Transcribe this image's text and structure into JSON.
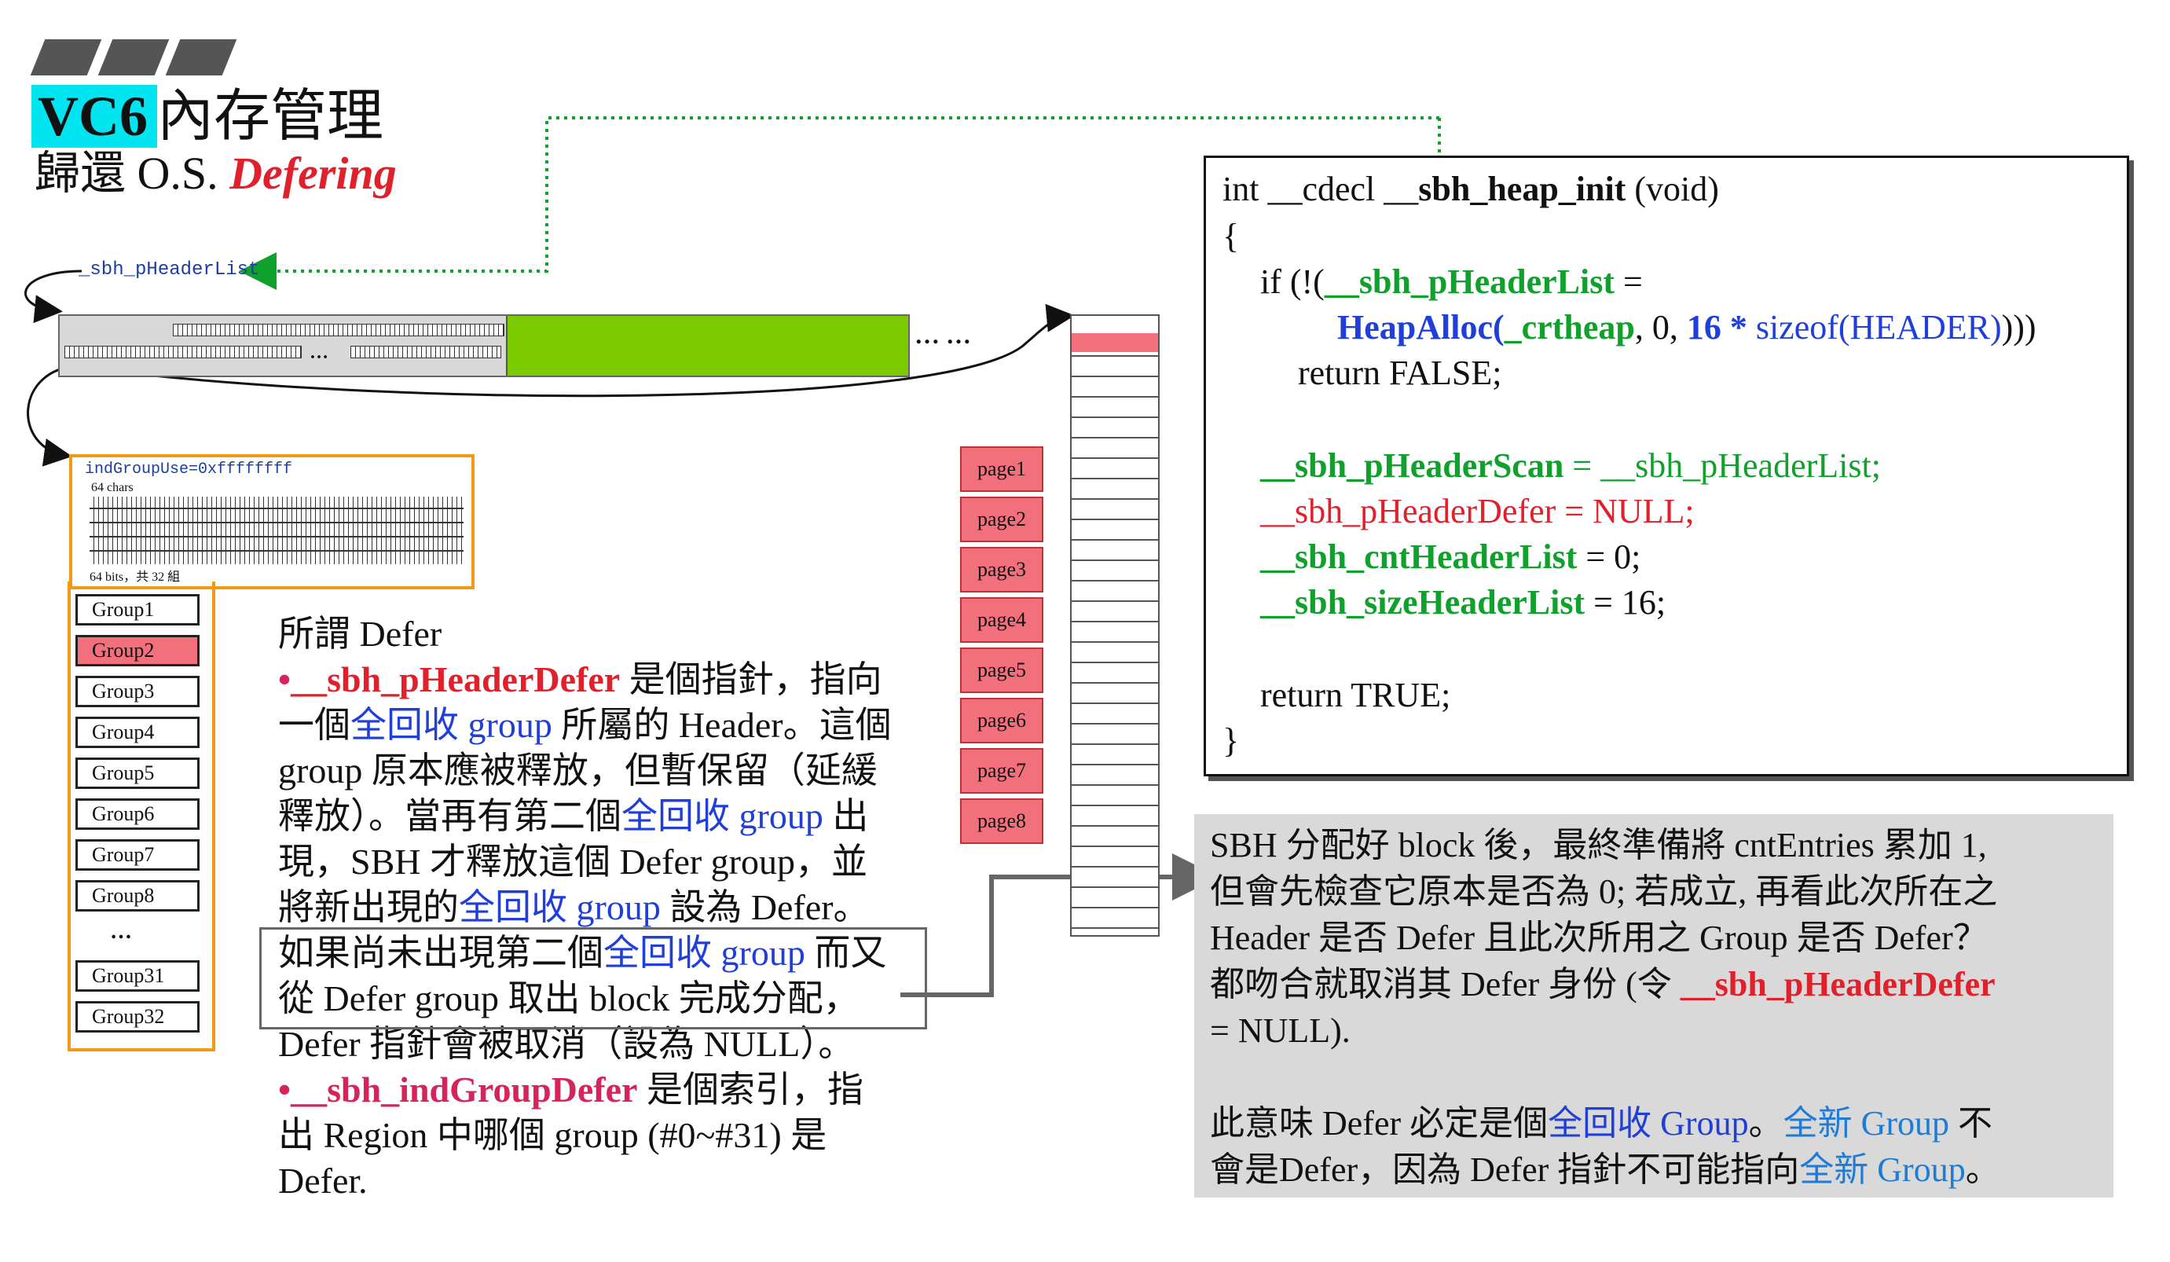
{
  "title": {
    "prefix": "VC6",
    "main": "內存管理"
  },
  "subtitle": {
    "main": "歸還 O.S. ",
    "emph": "Defering"
  },
  "diagram": {
    "plist_label": "_sbh_pHeaderList",
    "region_label": "indGroupUse=0xffffffff",
    "chars_label": "64 chars",
    "bits_label": "64 bits，共 32 組",
    "array_dots": "…",
    "dots": "… …",
    "group_ellipsis": "…",
    "groups": [
      "Group1",
      "Group2",
      "Group3",
      "Group4",
      "Group5",
      "Group6",
      "Group7",
      "Group8",
      "Group31",
      "Group32"
    ],
    "selected_group": "Group2",
    "pages": [
      "page1",
      "page2",
      "page3",
      "page4",
      "page5",
      "page6",
      "page7",
      "page8"
    ]
  },
  "description": {
    "l1": "所謂 Defer",
    "l2_bullet": "•",
    "l2_var": "__sbh_pHeaderDefer",
    "l2_rest": " 是個指針，指向",
    "l3_a": "一個",
    "l3_b": "全回收 group",
    "l3_c": " 所屬的 Header。這個",
    "l4": "group 原本應被釋放，但暫保留（延緩",
    "l5_a": "釋放）。當再有第二個",
    "l5_b": "全回收 group",
    "l5_c": " 出",
    "l6": "現，SBH 才釋放這個 Defer group，並",
    "l7_a": "將新出現的",
    "l7_b": "全回收 group",
    "l7_c": " 設為 Defer。",
    "l8_a": "如果尚未出現第二個",
    "l8_b": "全回收 group",
    "l8_c": " 而又",
    "l9": "從 Defer group 取出 block 完成分配，",
    "l10": "Defer 指針會被取消（設為 NULL）。",
    "l11_bullet": "•",
    "l11_var": "__sbh_indGroupDefer",
    "l11_rest": " 是個索引，指",
    "l12": "出 Region 中哪個 group (#0~#31) 是",
    "l13": "Defer."
  },
  "code": {
    "c1a": "int __cdecl __",
    "c1b": "sbh_heap_init",
    "c1c": " (void)",
    "c2": "{",
    "c3a": "if (!(",
    "c3b": "__sbh_pHeaderList",
    "c3c": " =",
    "c4a": "HeapAlloc(",
    "c4b": "_crtheap",
    "c4c": ", 0, ",
    "c4d": "16 *",
    "c4e": " sizeof(HEADER)",
    "c4f": ")))",
    "c5": "return FALSE;",
    "c6a": "__sbh_pHeaderScan",
    "c6b": " = __sbh_pHeaderList;",
    "c7": "__sbh_pHeaderDefer = NULL;",
    "c8a": "__sbh_cntHeaderList",
    "c8b": " = 0;",
    "c9a": "__sbh_sizeHeaderList",
    "c9b": " = 16;",
    "c10": "return TRUE;",
    "c11": "}"
  },
  "note": {
    "n1": "SBH 分配好 block 後，最終準備將 cntEntries 累加 1,",
    "n2": "但會先檢查它原本是否為 0; 若成立, 再看此次所在之",
    "n3": "Header 是否 Defer 且此次所用之 Group 是否 Defer？",
    "n4a": "都吻合就取消其 Defer 身份 (令 ",
    "n4b": "__sbh_pHeaderDefer",
    "n5": "= NULL).",
    "n6a": "此意味 Defer 必定是個",
    "n6b": "全回收 Group",
    "n6c": "。",
    "n6d": "全新 Group",
    "n6e": " 不",
    "n7a": "會是Defer，因為 Defer 指針不可能指向",
    "n7b": "全新 Group",
    "n7c": "。"
  },
  "colors": {
    "accent_cyan": "#00e5f0",
    "highlight_red": "#e0202a",
    "code_green": "#10a02c",
    "link_blue": "#1f3fd8",
    "region_orange": "#f39a12",
    "page_pink": "#f2707c",
    "header_green": "#7ccb00"
  }
}
